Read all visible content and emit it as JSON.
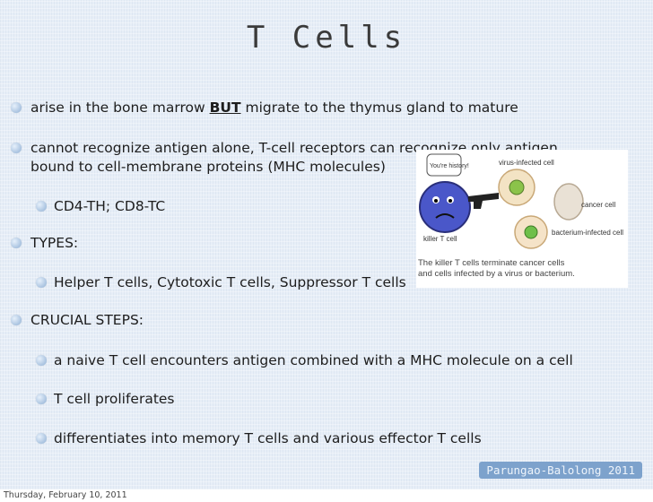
{
  "title": "T Cells",
  "bullets": [
    {
      "text_before": "arise in the bone marrow ",
      "emphasis": "BUT",
      "text_after": " migrate to the thymus gland to mature"
    },
    {
      "line1": "cannot recognize antigen alone, T-cell receptors can recognize only antigen",
      "line2": "bound to cell-membrane proteins (MHC molecules)"
    },
    {
      "text": "CD4-TH; CD8-TC"
    },
    {
      "text": "TYPES:"
    },
    {
      "text": "Helper T cells, Cytotoxic T cells, Suppressor T cells"
    },
    {
      "text": "CRUCIAL STEPS:"
    },
    {
      "text": "a naive T cell encounters antigen combined with a MHC molecule on a cell"
    },
    {
      "text": "T cell proliferates"
    },
    {
      "text": "differentiates into memory T cells and various effector T cells"
    }
  ],
  "illustration": {
    "speech": "You're history!",
    "virus_label": "virus-infected cell",
    "cancer_label": "cancer cell",
    "bacterium_label": "bacterium-infected cell",
    "killer_label": "killer T cell",
    "caption_line1": "The killer T cells terminate cancer cells",
    "caption_line2": "and cells infected by a virus or bacterium."
  },
  "credit": "Parungao-Balolong 2011",
  "footer_date": "Thursday, February 10, 2011"
}
